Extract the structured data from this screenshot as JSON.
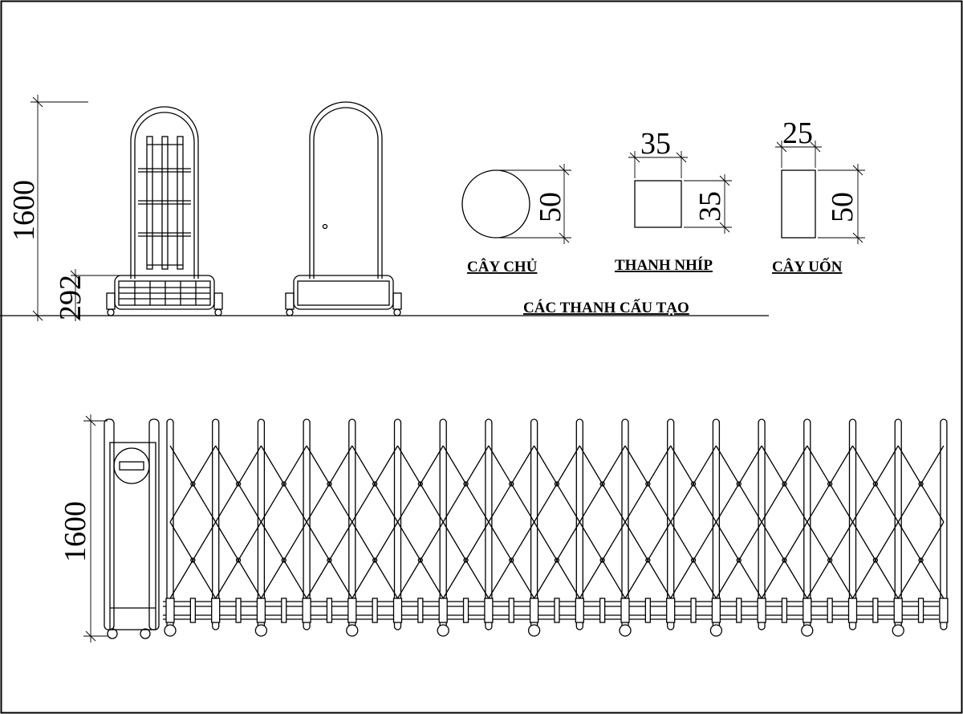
{
  "side_view": {
    "height_dim": "1600",
    "base_dim": "292"
  },
  "sections": {
    "round": {
      "diameter_dim": "50",
      "label": "CÂY CHỦ"
    },
    "square": {
      "width_dim": "35",
      "height_dim": "35",
      "label": "THANH NHÍP"
    },
    "rect": {
      "width_dim": "25",
      "height_dim": "50",
      "label": "CÂY UỐN"
    },
    "caption": "CÁC THANH CẤU TẠO"
  },
  "front_view": {
    "height_dim": "1600"
  }
}
